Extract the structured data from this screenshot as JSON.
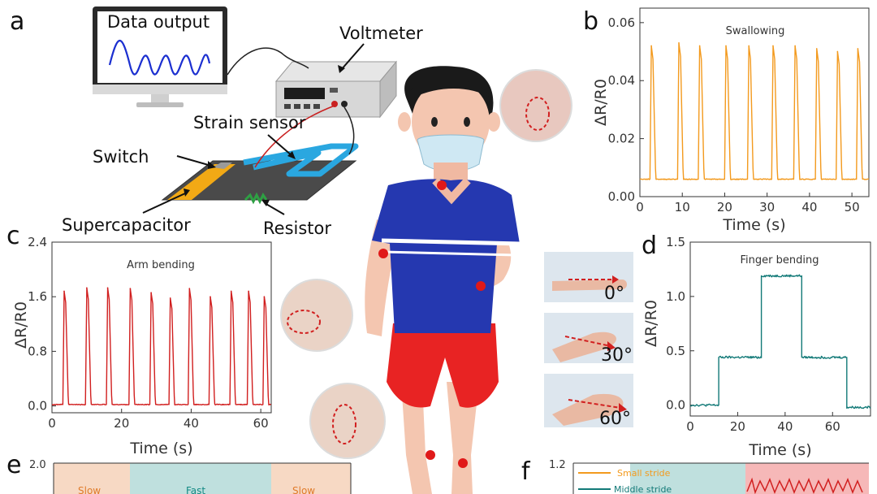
{
  "panels": {
    "a": "a",
    "b": "b",
    "c": "c",
    "d": "d",
    "e": "e",
    "f": "f"
  },
  "diagram": {
    "monitor_text": "Data output",
    "voltmeter": "Voltmeter",
    "strain_sensor": "Strain sensor",
    "switch": "Switch",
    "supercapacitor": "Supercapacitor",
    "resistor": "Resistor"
  },
  "finger_angles": [
    "0°",
    "30°",
    "60°"
  ],
  "colors": {
    "orange": "#f39a1e",
    "red": "#d11f1f",
    "teal": "#137a78",
    "slow_bg": "#f7d9c4",
    "fast_bg": "#bfe0de",
    "pink_bg": "#f6b8b8"
  },
  "chart_data": [
    {
      "id": "b",
      "type": "line",
      "title": "Swallowing",
      "xlabel": "Time (s)",
      "ylabel": "ΔR/R0",
      "xlim": [
        0,
        54
      ],
      "ylim": [
        0,
        0.065
      ],
      "xticks": [
        "0",
        "10",
        "20",
        "30",
        "40",
        "50"
      ],
      "yticks": [
        "0.00",
        "0.02",
        "0.04",
        "0.06"
      ],
      "baseline": 0.006,
      "peaks": [
        {
          "x": 2.7,
          "y": 0.052
        },
        {
          "x": 9.2,
          "y": 0.053
        },
        {
          "x": 14.1,
          "y": 0.052
        },
        {
          "x": 20.3,
          "y": 0.052
        },
        {
          "x": 25.7,
          "y": 0.052
        },
        {
          "x": 31.4,
          "y": 0.052
        },
        {
          "x": 36.6,
          "y": 0.052
        },
        {
          "x": 41.7,
          "y": 0.051
        },
        {
          "x": 46.6,
          "y": 0.05
        },
        {
          "x": 51.4,
          "y": 0.051
        }
      ],
      "grid": false
    },
    {
      "id": "c",
      "type": "line",
      "title": "Arm bending",
      "xlabel": "Time (s)",
      "ylabel": "ΔR/R0",
      "xlim": [
        0,
        63
      ],
      "ylim": [
        -0.1,
        2.4
      ],
      "xticks": [
        "0",
        "20",
        "40",
        "60"
      ],
      "yticks": [
        "0.0",
        "0.8",
        "1.6",
        "2.4"
      ],
      "baseline": 0.02,
      "peaks": [
        {
          "x": 3.5,
          "y": 1.68
        },
        {
          "x": 10,
          "y": 1.73
        },
        {
          "x": 16,
          "y": 1.73
        },
        {
          "x": 22.5,
          "y": 1.72
        },
        {
          "x": 28.5,
          "y": 1.66
        },
        {
          "x": 34,
          "y": 1.58
        },
        {
          "x": 39.5,
          "y": 1.72
        },
        {
          "x": 45.5,
          "y": 1.6
        },
        {
          "x": 51.5,
          "y": 1.68
        },
        {
          "x": 56.5,
          "y": 1.68
        },
        {
          "x": 61,
          "y": 1.6
        }
      ],
      "grid": false
    },
    {
      "id": "d",
      "type": "line",
      "title": "Finger bending",
      "xlabel": "Time (s)",
      "ylabel": "ΔR/R0",
      "xlim": [
        0,
        76
      ],
      "ylim": [
        -0.1,
        1.5
      ],
      "xticks": [
        "0",
        "20",
        "40",
        "60"
      ],
      "yticks": [
        "0.0",
        "0.5",
        "1.0",
        "1.5"
      ],
      "steps": [
        {
          "x": 0,
          "y": 0.0
        },
        {
          "x": 12,
          "y": 0.0
        },
        {
          "x": 12,
          "y": 0.44
        },
        {
          "x": 30,
          "y": 0.44
        },
        {
          "x": 30,
          "y": 1.19
        },
        {
          "x": 47,
          "y": 1.19
        },
        {
          "x": 47,
          "y": 0.44
        },
        {
          "x": 66,
          "y": 0.44
        },
        {
          "x": 66,
          "y": -0.02
        },
        {
          "x": 76,
          "y": -0.02
        }
      ],
      "grid": false
    },
    {
      "id": "e",
      "type": "line",
      "ylim_top": "2.0",
      "regions": [
        "Slow",
        "Fast",
        "Slow"
      ]
    },
    {
      "id": "f",
      "type": "line",
      "ylim_top": "1.2",
      "legend": [
        "Small stride",
        "Middle stride"
      ]
    }
  ]
}
